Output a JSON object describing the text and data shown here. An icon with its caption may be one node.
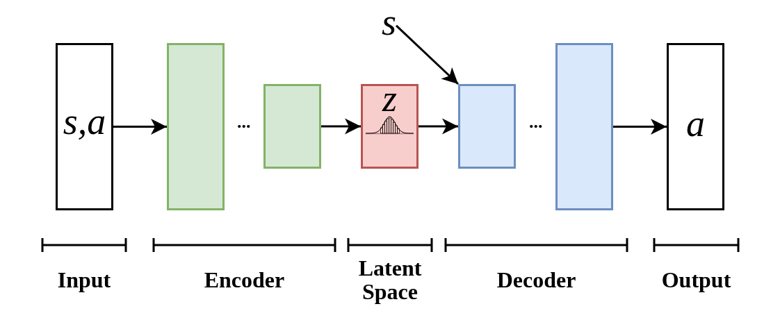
{
  "diagram": {
    "nodes": [
      {
        "text": [
          "s,a"
        ]
      },
      {
        "text": [],
        "shape": "box"
      },
      {
        "text": [],
        "shape": "box"
      },
      {
        "text": [
          "z"
        ]
      },
      {
        "text": [],
        "shape": "box"
      },
      {
        "text": [],
        "shape": "box"
      },
      {
        "text": [
          "a"
        ]
      },
      {
        "text": [
          "s"
        ]
      }
    ],
    "edges": [
      {
        "from": 0,
        "to": 1,
        "arrow": "to"
      },
      {
        "from": 2,
        "to": 3,
        "arrow": "to"
      },
      {
        "from": 3,
        "to": 4,
        "arrow": "to"
      },
      {
        "from": 7,
        "to": 4,
        "arrow": "to"
      },
      {
        "from": 5,
        "to": 6,
        "arrow": "to"
      }
    ],
    "labels": [
      "...",
      "...",
      "Input",
      "Encoder",
      "Latent Space",
      "Decoder",
      "Output"
    ]
  }
}
